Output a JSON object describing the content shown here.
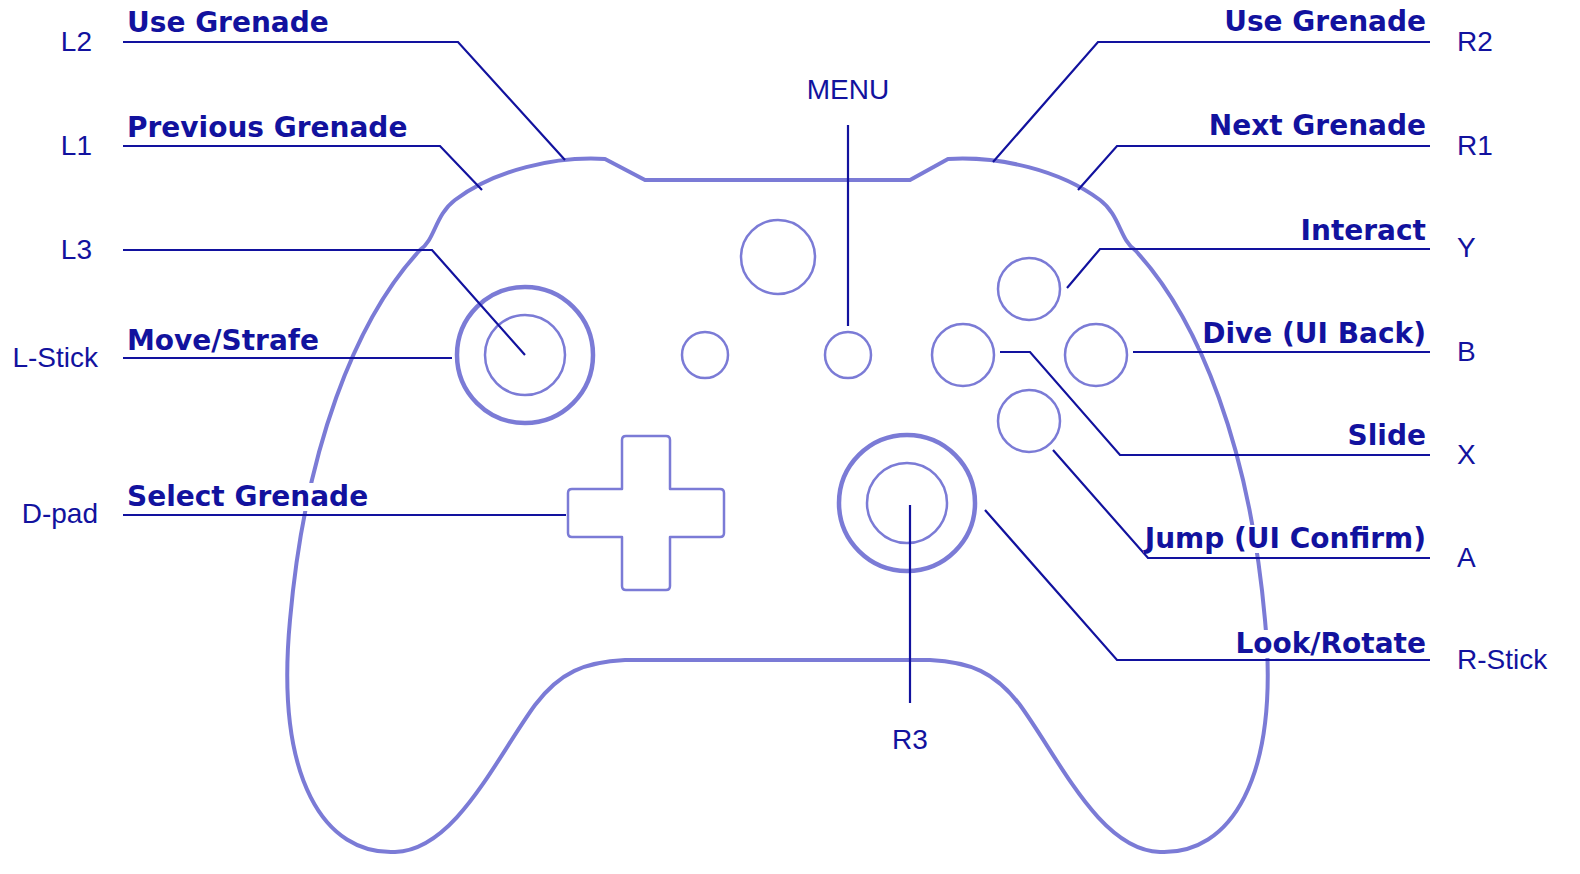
{
  "diagram": {
    "labels": [
      "Use Grenade",
      "L2",
      "Use Grenade",
      "R2",
      "MENU",
      "Previous Grenade",
      "L1",
      "Next Grenade",
      "R1",
      "Interact",
      "Y",
      "L3",
      "Move/Strafe",
      "L-Stick",
      "Dive (UI Back)",
      "B",
      "Slide",
      "X",
      "Select Grenade",
      "D-pad",
      "Jump (UI Confirm)",
      "A",
      "Look/Rotate",
      "R-Stick",
      "R3"
    ]
  }
}
